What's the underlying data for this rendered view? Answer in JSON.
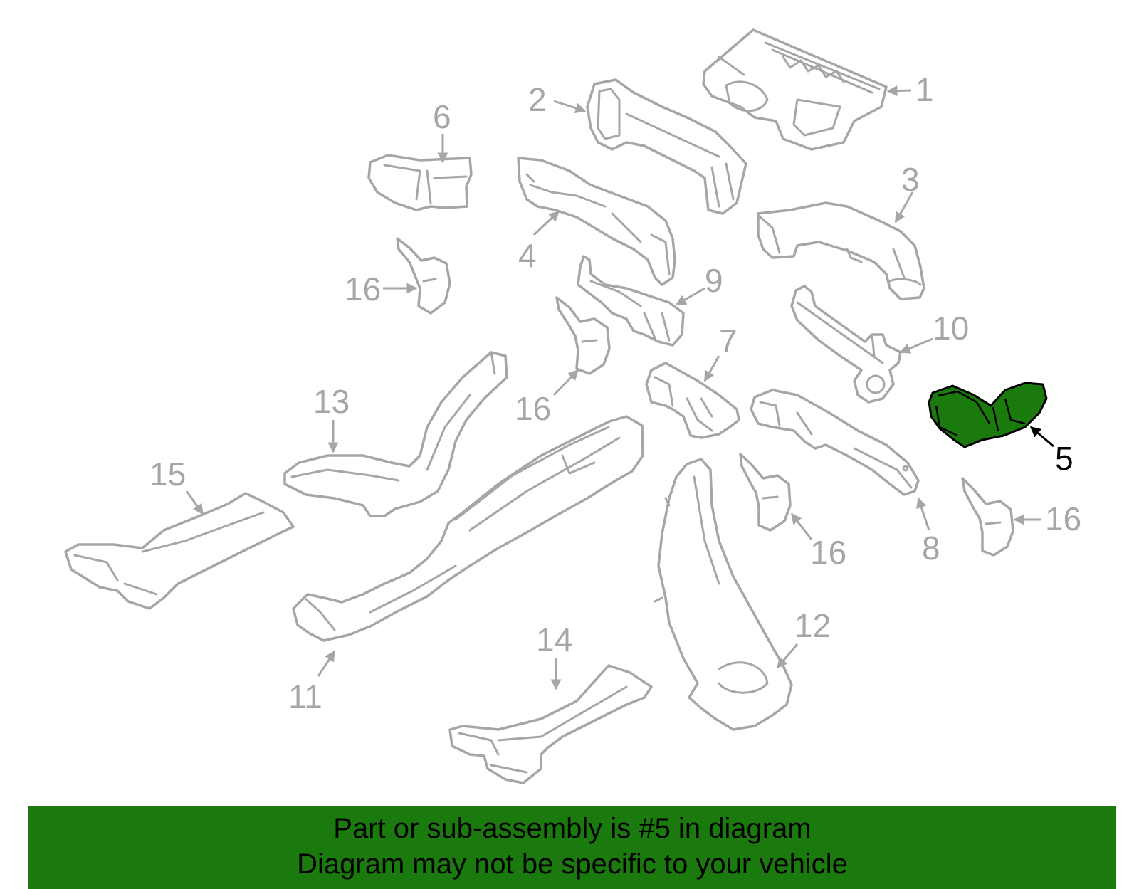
{
  "colors": {
    "highlight": "#1b7a0e",
    "part_outline": "#a6a6a6",
    "highlight_outline": "#000000",
    "background": "#ffffff"
  },
  "callouts": {
    "c1": "1",
    "c2": "2",
    "c3": "3",
    "c4": "4",
    "c5": "5",
    "c6": "6",
    "c7": "7",
    "c8": "8",
    "c9": "9",
    "c10": "10",
    "c11": "11",
    "c12": "12",
    "c13": "13",
    "c14": "14",
    "c15": "15",
    "c16a": "16",
    "c16b": "16",
    "c16c": "16",
    "c16d": "16"
  },
  "highlighted_part": "5",
  "banner": {
    "line1": "Part or sub-assembly is #5 in diagram",
    "line2": "Diagram may not be specific to your vehicle"
  }
}
